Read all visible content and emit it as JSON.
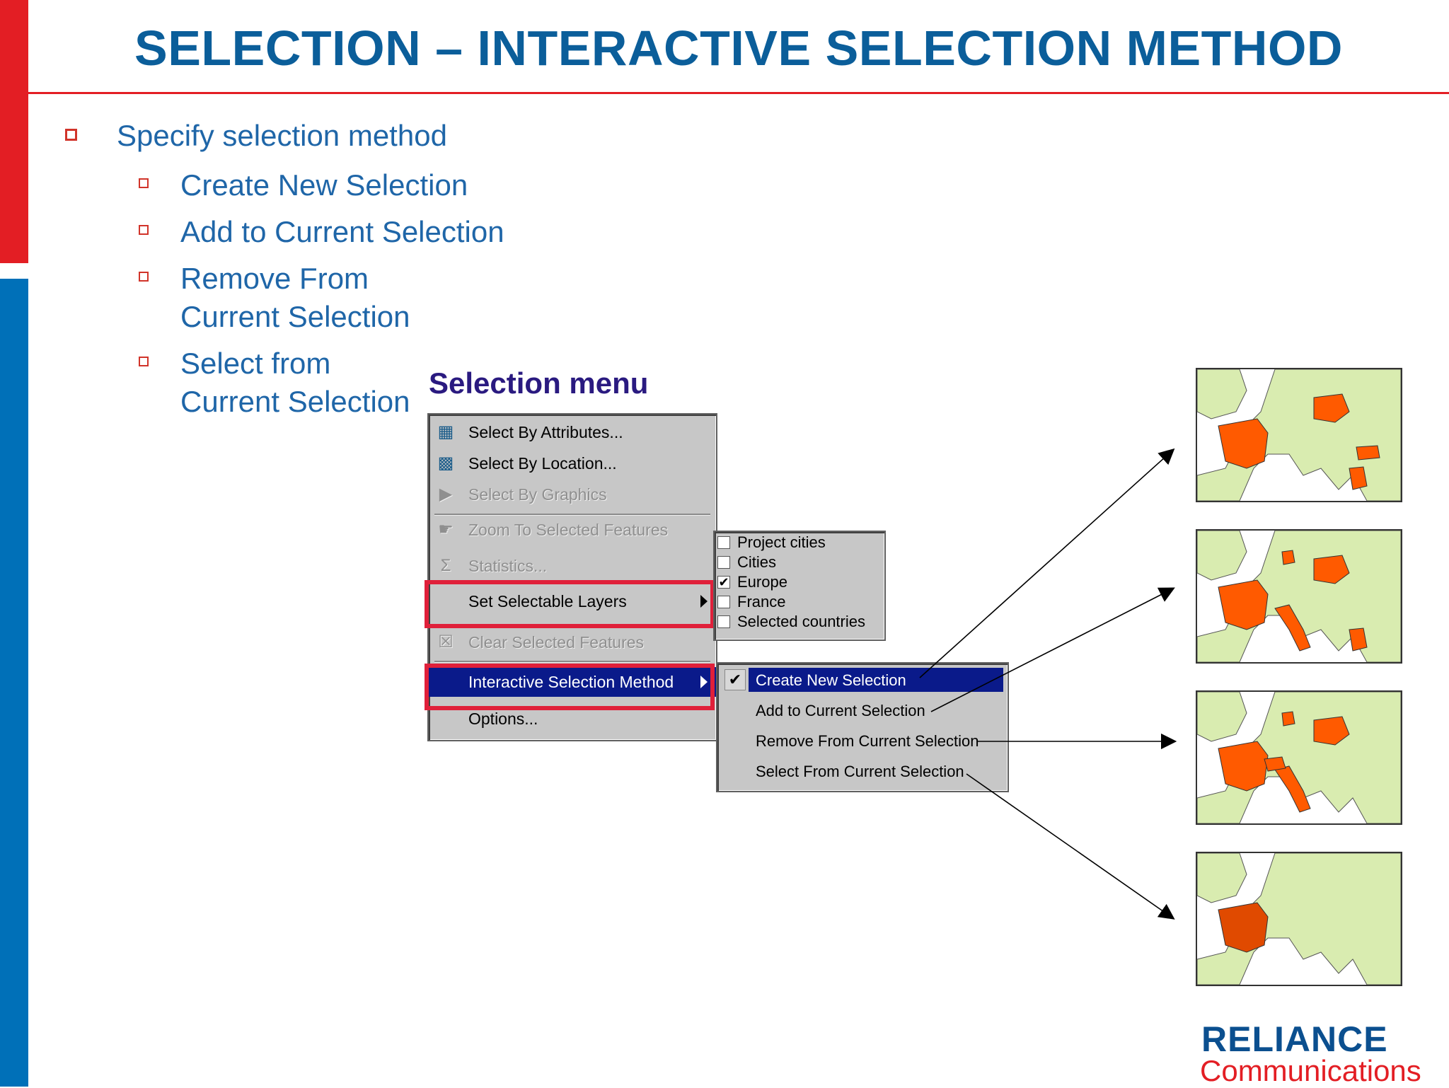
{
  "slide": {
    "title": "SELECTION – INTERACTIVE SELECTION METHOD",
    "bullets": {
      "main": "Specify selection method",
      "sub": [
        {
          "line1": "Create New Selection",
          "line2": ""
        },
        {
          "line1": "Add to Current Selection",
          "line2": ""
        },
        {
          "line1": "Remove From",
          "line2": "Current Selection"
        },
        {
          "line1": "Select from",
          "line2": "Current Selection"
        }
      ]
    },
    "colors": {
      "accent_red": "#e31e24",
      "accent_blue": "#0070b8",
      "title_blue": "#0b5e9a",
      "highlight_navy": "#0a1a8a",
      "map_selected": "#ff5a00",
      "map_land": "#d9ecb0"
    }
  },
  "selection_menu": {
    "heading": "Selection menu",
    "items": [
      {
        "label": "Select By Attributes...",
        "icon": "select-by-attributes-icon"
      },
      {
        "label": "Select By Location...",
        "icon": "select-by-location-icon"
      },
      {
        "label": "Select By Graphics",
        "icon": "select-by-graphics-icon"
      },
      {
        "label": "Zoom To Selected Features",
        "icon": "zoom-to-selected-icon"
      },
      {
        "label": "Statistics...",
        "icon": "sigma-icon",
        "glyph": "Σ"
      },
      {
        "label": "Set Selectable Layers",
        "icon": ""
      },
      {
        "label": "Clear Selected Features",
        "icon": "clear-selected-icon"
      },
      {
        "label": "Interactive Selection Method",
        "icon": ""
      },
      {
        "label": "Options...",
        "icon": ""
      }
    ]
  },
  "layers_submenu": {
    "items": [
      {
        "label": "Project cities",
        "checked": false,
        "mark": ""
      },
      {
        "label": "Cities",
        "checked": false,
        "mark": ""
      },
      {
        "label": "Europe",
        "checked": true,
        "mark": "✔"
      },
      {
        "label": "France",
        "checked": false,
        "mark": ""
      },
      {
        "label": "Selected countries",
        "checked": false,
        "mark": ""
      }
    ]
  },
  "method_submenu": {
    "check": "✔",
    "items": [
      {
        "label": "Create New Selection",
        "selected": true
      },
      {
        "label": "Add to Current Selection",
        "selected": false
      },
      {
        "label": "Remove From Current Selection",
        "selected": false
      },
      {
        "label": "Select From Current Selection",
        "selected": false
      }
    ]
  },
  "logo": {
    "line1": "RELIANCE",
    "line2": "Communications"
  }
}
